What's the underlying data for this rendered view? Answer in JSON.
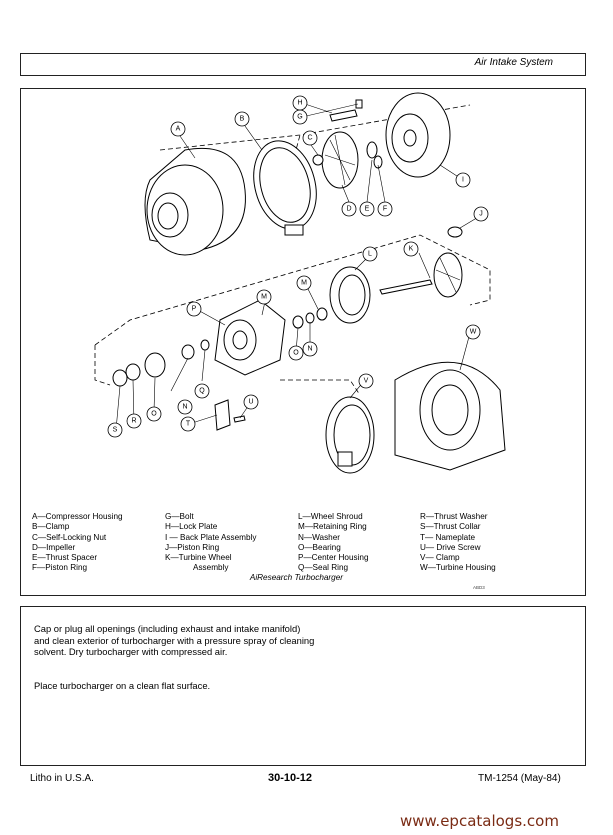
{
  "header": {
    "title": "Air Intake System"
  },
  "figure": {
    "caption": "AiResearch Turbocharger",
    "code": "ABD3",
    "callouts": [
      "A",
      "B",
      "C",
      "D",
      "E",
      "F",
      "G",
      "H",
      "I",
      "J",
      "K",
      "L",
      "M",
      "M",
      "N",
      "N",
      "O",
      "O",
      "P",
      "Q",
      "R",
      "S",
      "T",
      "U",
      "V",
      "W"
    ]
  },
  "legend": {
    "col1": [
      "A—Compressor Housing",
      "B—Clamp",
      "C—Self-Locking Nut",
      "D—Impeller",
      "E—Thrust Spacer",
      "F—Piston Ring"
    ],
    "col2": [
      "G—Bolt",
      "H—Lock Plate",
      "I — Back Plate Assembly",
      "J—Piston Ring",
      "K—Turbine Wheel",
      "Assembly"
    ],
    "col3": [
      "L—Wheel Shroud",
      "M—Retaining Ring",
      "N—Washer",
      "O—Bearing",
      "P—Center Housing",
      "Q—Seal Ring"
    ],
    "col4": [
      "R—Thrust Washer",
      "S—Thrust Collar",
      "T— Nameplate",
      "U— Drive Screw",
      "V— Clamp",
      "W—Turbine Housing"
    ]
  },
  "body": {
    "para1": "Cap or plug all openings (including exhaust and intake manifold) and clean exterior of turbocharger with a pressure spray of cleaning solvent. Dry turbocharger with compressed air.",
    "para2": "Place turbocharger on a clean flat surface."
  },
  "codes": {
    "code1": "",
    "code2": ""
  },
  "footer": {
    "left": "Litho in U.S.A.",
    "center": "30-10-12",
    "right": "TM-1254 (May-84)"
  },
  "watermark": "www.epcatalogs.com"
}
